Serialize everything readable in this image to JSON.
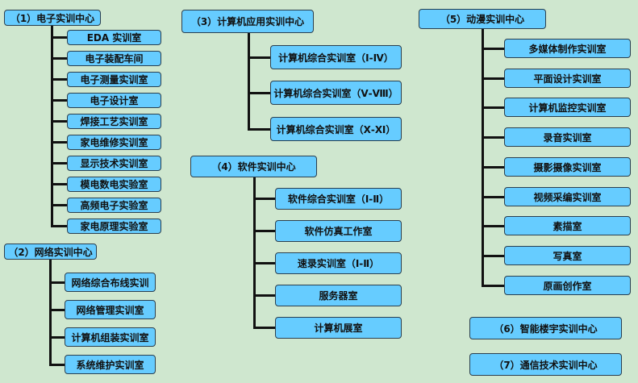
{
  "groups": [
    {
      "title": "（1）电子实训中心",
      "items": [
        "EDA 实训室",
        "电子装配车间",
        "电子测量实训室",
        "电子设计室",
        "焊接工艺实训室",
        "家电维修实训室",
        "显示技术实训室",
        "模电数电实验室",
        "高频电子实验室",
        "家电原理实验室"
      ]
    },
    {
      "title": "（2）网络实训中心",
      "items": [
        "网络综合布线实训",
        "网络管理实训室",
        "计算机组装实训室",
        "系统维护实训室"
      ]
    },
    {
      "title": "（3）计算机应用实训中心",
      "items": [
        "计算机综合实训室（Ⅰ-Ⅳ）",
        "计算机综合实训室（Ⅴ-Ⅷ）",
        "计算机综合实训室（Ⅹ-Ⅺ）"
      ]
    },
    {
      "title": "（4）软件实训中心",
      "items": [
        "软件综合实训室（Ⅰ-Ⅱ）",
        "软件仿真工作室",
        "速录实训室（Ⅰ-Ⅱ）",
        "服务器室",
        "计算机展室"
      ]
    },
    {
      "title": "（5）动漫实训中心",
      "items": [
        "多媒体制作实训室",
        "平面设计实训室",
        "计算机监控实训室",
        "录音实训室",
        "摄影摄像实训室",
        "视频采编实训室",
        "素描室",
        "写真室",
        "原画创作室"
      ]
    },
    {
      "title": "（6）智能楼宇实训中心",
      "items": []
    },
    {
      "title": "（7）通信技术实训中心",
      "items": []
    }
  ],
  "colors": {
    "background": "#cfe7cf",
    "box": "#66ccff",
    "line": "#111111"
  }
}
